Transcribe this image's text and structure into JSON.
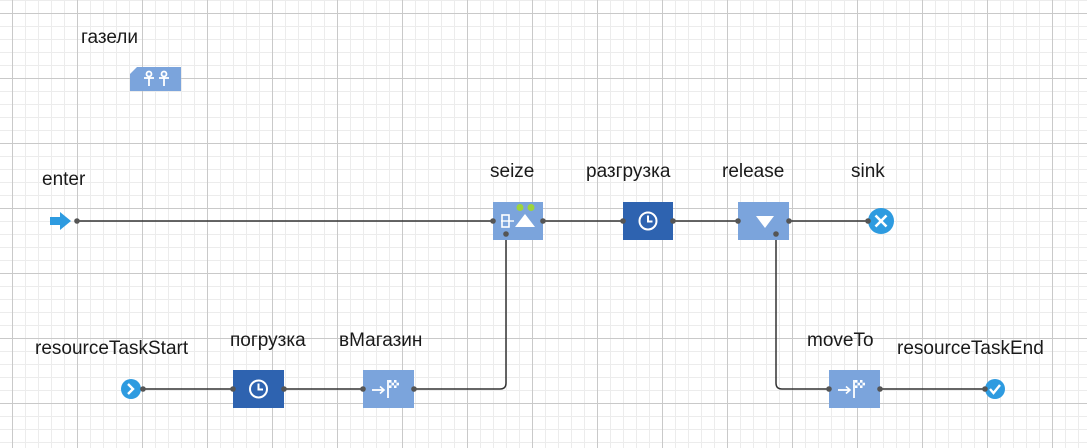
{
  "diagram": {
    "resource_pool": {
      "name": "газели",
      "icon": "resource-pool-icon"
    },
    "blocks": {
      "enter": {
        "label": "enter",
        "icon": "source-arrow-icon"
      },
      "seize": {
        "label": "seize",
        "icon": "seize-icon"
      },
      "razgruzka": {
        "label": "разгрузка",
        "icon": "clock-icon"
      },
      "release": {
        "label": "release",
        "icon": "release-icon"
      },
      "sink": {
        "label": "sink",
        "icon": "sink-x-icon"
      },
      "resourceTaskStart": {
        "label": "resourceTaskStart",
        "icon": "chevron-right-circle-icon"
      },
      "pogruzka": {
        "label": "погрузка",
        "icon": "clock-icon"
      },
      "vMagazin": {
        "label": "вМагазин",
        "icon": "move-to-flag-icon"
      },
      "moveTo": {
        "label": "moveTo",
        "icon": "move-to-flag-icon"
      },
      "resourceTaskEnd": {
        "label": "resourceTaskEnd",
        "icon": "check-circle-icon"
      }
    },
    "colors": {
      "delay_block": "#2e63b0",
      "light_block": "#7ba4dc",
      "connector": "#333333",
      "source_arrow": "#2e9be0",
      "status_green": "#9dd43b"
    }
  }
}
